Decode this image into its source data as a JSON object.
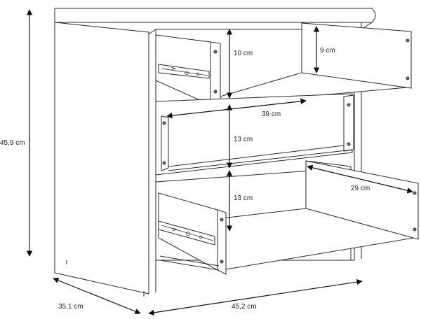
{
  "dimensions": {
    "height": "45,9 cm",
    "depth": "35,1 cm",
    "width": "45,2 cm",
    "drawer_top_height": "10 cm",
    "drawer_top_inner_height": "9 cm",
    "drawer_middle_height": "13 cm",
    "drawer_bottom_height": "13 cm",
    "drawer_width": "39 cm",
    "drawer_depth": "29 cm"
  }
}
